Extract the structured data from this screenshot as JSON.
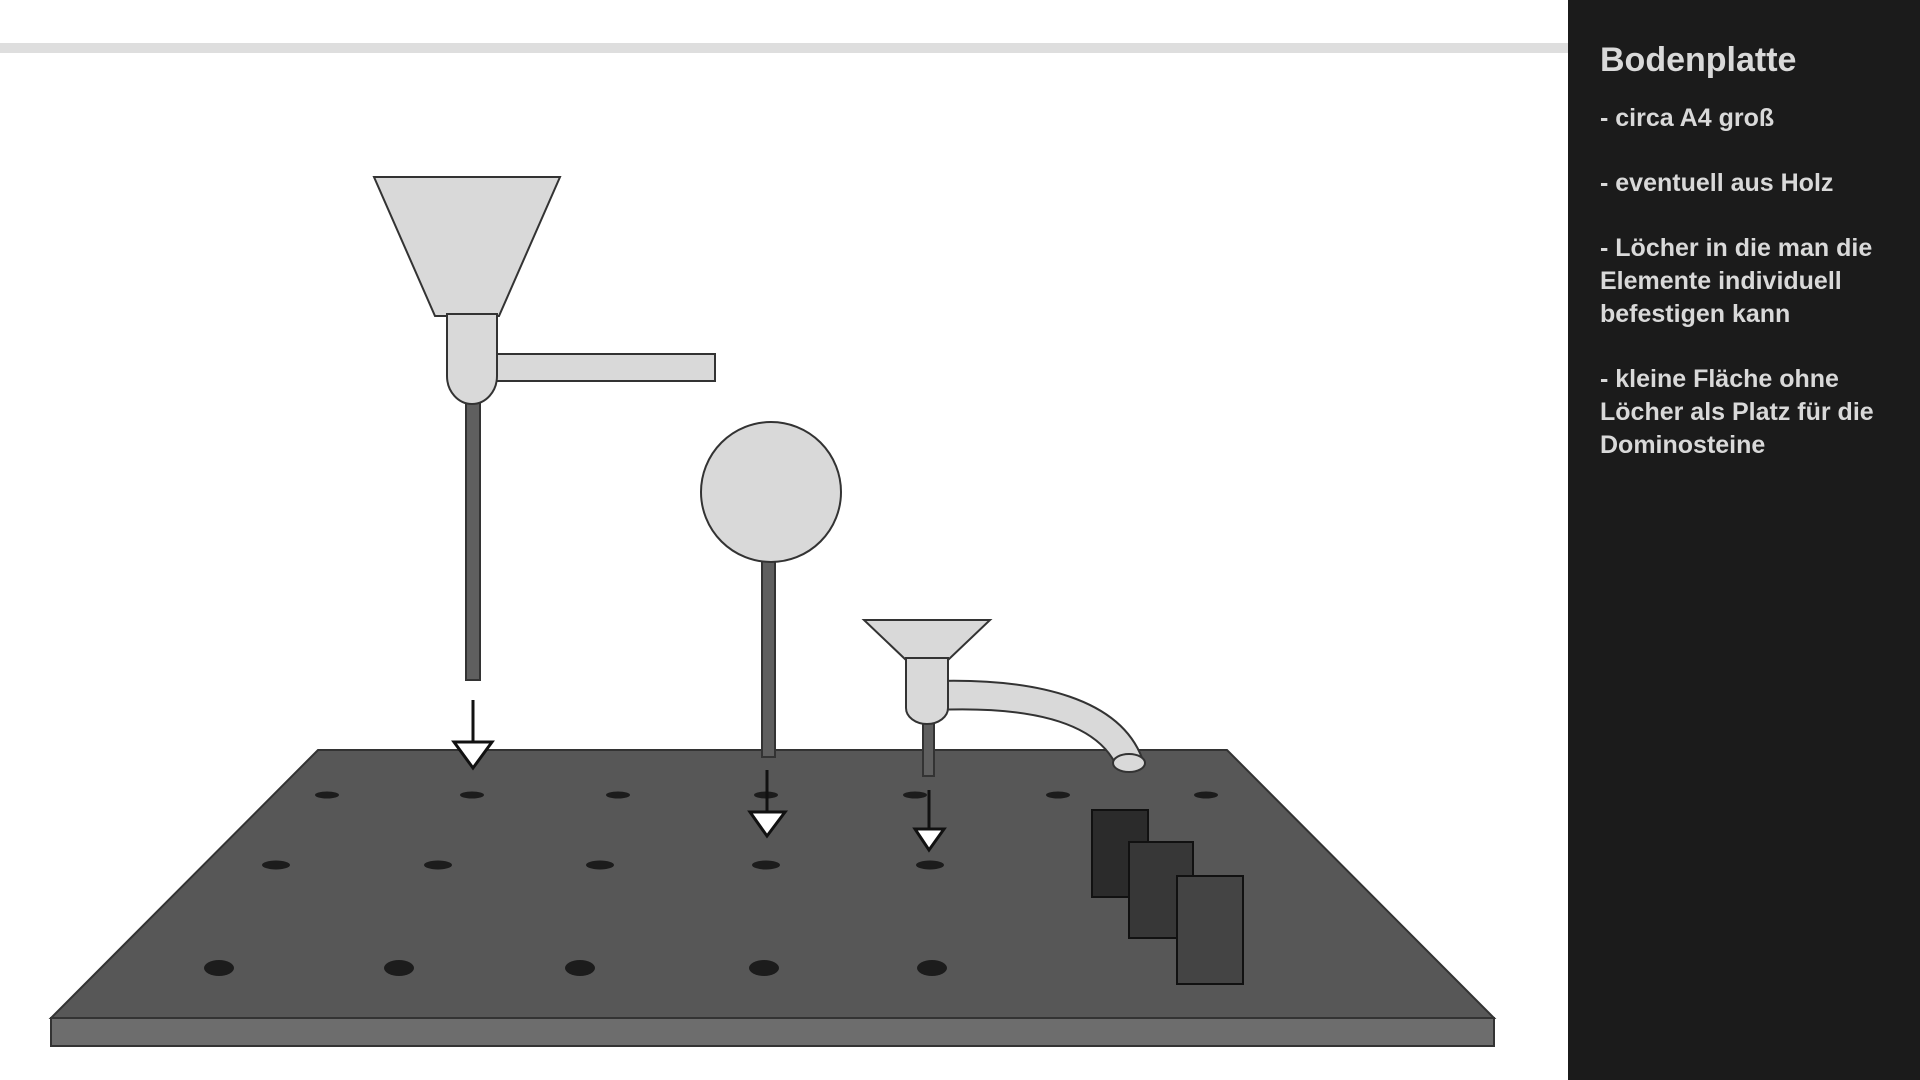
{
  "panel": {
    "title": "Bodenplatte",
    "bullets": [
      "- circa A4 groß",
      "- eventuell aus Holz",
      "- Löcher in die man die Elemente individuell befestigen kann",
      "- kleine Fläche ohne Löcher als Platz für die Dominosteine"
    ]
  },
  "colors": {
    "panel_background": "#1b1b1b",
    "panel_text": "#d9d9d9",
    "board_top": "#575757",
    "board_edge": "#6d6d6d",
    "element_fill": "#d9d9d9",
    "rod": "#5f5f5f"
  }
}
